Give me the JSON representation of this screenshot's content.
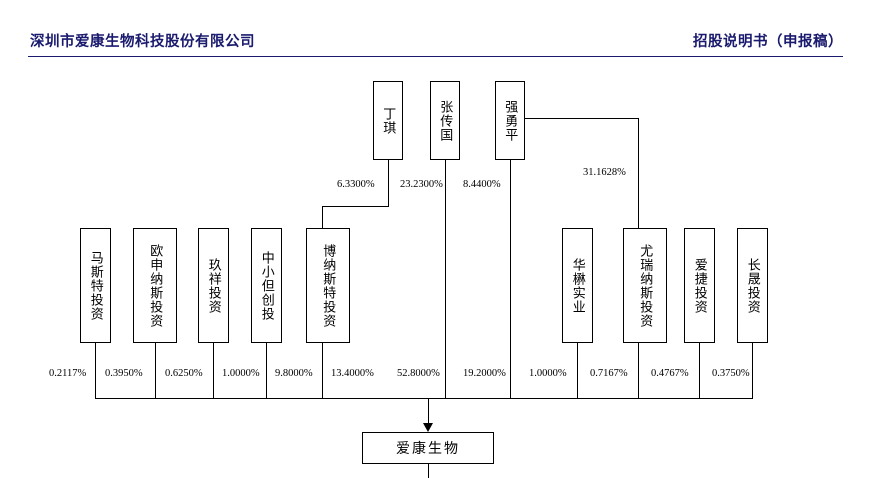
{
  "header": {
    "left_text": "深圳市爱康生物科技股份有限公司",
    "right_text": "招股说明书（申报稿）"
  },
  "diagram": {
    "top_shareholders": [
      {
        "name": "top-person-1",
        "label": "丁琪"
      },
      {
        "name": "top-person-2",
        "label": "张传国"
      },
      {
        "name": "top-person-3",
        "label": "强勇平"
      }
    ],
    "top_percents": [
      {
        "name": "pct-6-33",
        "value": "6.3300%"
      },
      {
        "name": "pct-23-23",
        "value": "23.2300%"
      },
      {
        "name": "pct-8-44",
        "value": "8.4400%"
      },
      {
        "name": "pct-31-1628",
        "value": "31.1628%"
      }
    ],
    "entities": [
      {
        "name": "entity-masite",
        "label": "马斯特投资"
      },
      {
        "name": "entity-oushennasi",
        "label": "欧申纳斯投资"
      },
      {
        "name": "entity-jiuxiang",
        "label": "玖祥投资"
      },
      {
        "name": "entity-zhongxiaodan",
        "label": "中小但创投"
      },
      {
        "name": "entity-bonasite",
        "label": "博纳斯特投资"
      },
      {
        "name": "entity-hualin",
        "label": "华楙实业"
      },
      {
        "name": "entity-youruinasi",
        "label": "尤瑞纳斯投资"
      },
      {
        "name": "entity-aijie",
        "label": "爱捷投资"
      },
      {
        "name": "entity-changsheng",
        "label": "长晟投资"
      }
    ],
    "ownership_percents": [
      {
        "name": "own-0-2117",
        "value": "0.2117%"
      },
      {
        "name": "own-0-3950",
        "value": "0.3950%"
      },
      {
        "name": "own-0-6250",
        "value": "0.6250%"
      },
      {
        "name": "own-1-0000-a",
        "value": "1.0000%"
      },
      {
        "name": "own-9-8000",
        "value": "9.8000%"
      },
      {
        "name": "own-13-4000",
        "value": "13.4000%"
      },
      {
        "name": "own-52-8000",
        "value": "52.8000%"
      },
      {
        "name": "own-19-2000",
        "value": "19.2000%"
      },
      {
        "name": "own-1-0000-b",
        "value": "1.0000%"
      },
      {
        "name": "own-0-7167",
        "value": "0.7167%"
      },
      {
        "name": "own-0-4767",
        "value": "0.4767%"
      },
      {
        "name": "own-0-3750",
        "value": "0.3750%"
      }
    ],
    "company": {
      "name": "company-box",
      "label": "爱康生物"
    }
  }
}
